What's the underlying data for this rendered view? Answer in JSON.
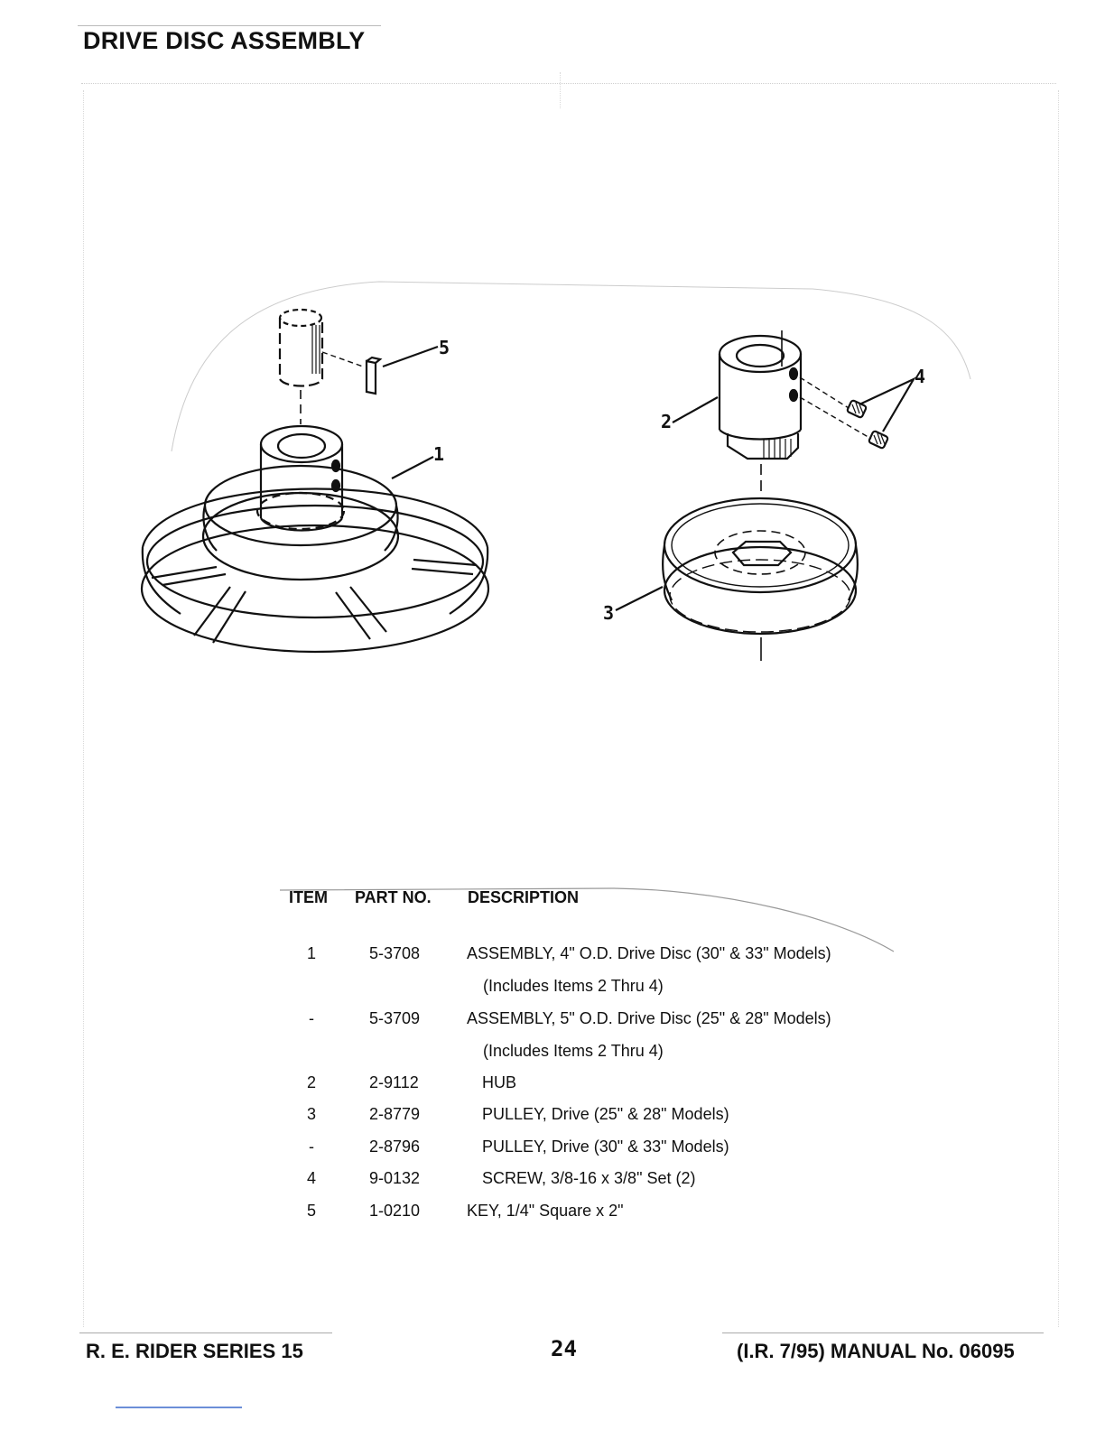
{
  "page": {
    "title": "DRIVE DISC ASSEMBLY",
    "footer_left": "R. E. RIDER SERIES 15",
    "page_number": "24",
    "footer_right": "(I.R. 7/95) MANUAL No. 06095"
  },
  "diagram": {
    "callouts": [
      "1",
      "2",
      "3",
      "4",
      "5"
    ]
  },
  "parts_table": {
    "headers": {
      "item": "ITEM",
      "part_no": "PART NO.",
      "description": "DESCRIPTION"
    },
    "rows": [
      {
        "item": "1",
        "part_no": "5-3708",
        "description": "ASSEMBLY, 4\" O.D. Drive Disc (30\" & 33\" Models)"
      },
      {
        "item": "",
        "part_no": "",
        "description": "(Includes Items 2 Thru 4)"
      },
      {
        "item": "-",
        "part_no": "5-3709",
        "description": "ASSEMBLY, 5\" O.D. Drive Disc (25\" & 28\" Models)"
      },
      {
        "item": "",
        "part_no": "",
        "description": "(Includes Items 2 Thru 4)"
      },
      {
        "item": "2",
        "part_no": "2-9112",
        "description": "HUB"
      },
      {
        "item": "3",
        "part_no": "2-8779",
        "description": "PULLEY, Drive (25\" & 28\" Models)"
      },
      {
        "item": "-",
        "part_no": "2-8796",
        "description": "PULLEY, Drive (30\" & 33\" Models)"
      },
      {
        "item": "4",
        "part_no": "9-0132",
        "description": "SCREW, 3/8-16 x 3/8\" Set (2)"
      },
      {
        "item": "5",
        "part_no": "1-0210",
        "description": "KEY, 1/4\" Square x 2\""
      }
    ]
  }
}
